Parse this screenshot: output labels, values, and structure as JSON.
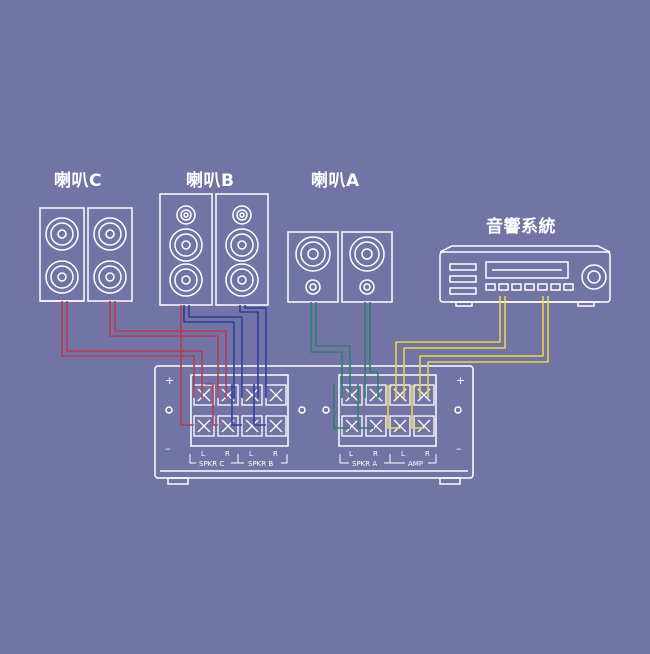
{
  "labels": {
    "speaker_c": "喇叭C",
    "speaker_b": "喇叭B",
    "speaker_a": "喇叭A",
    "audio_system": "音響系統"
  },
  "switch_box": {
    "plus": "+",
    "minus": "–",
    "L": "L",
    "R": "R",
    "spkr_c": "SPKR C",
    "spkr_b": "SPKR B",
    "spkr_a": "SPKR A",
    "amp": "AMP"
  },
  "colors": {
    "background": "#7374a6",
    "line": "#ffffff",
    "speaker_c_wire": "#b83a52",
    "speaker_b_wire": "#2c3ea0",
    "speaker_a_wire": "#2e7e6e",
    "amp_wire": "#e9d64a"
  }
}
